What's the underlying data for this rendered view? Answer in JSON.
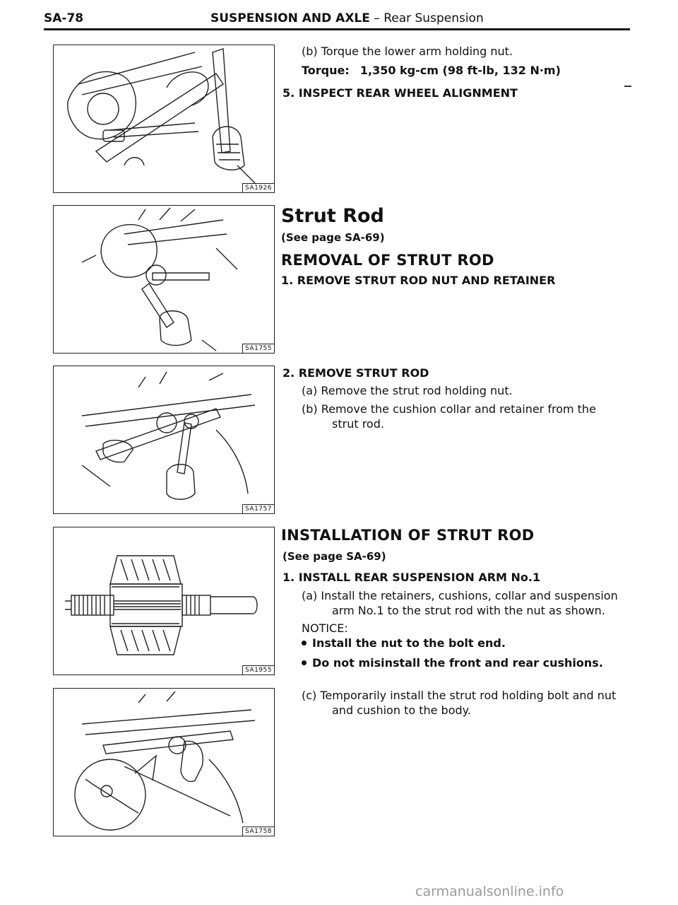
{
  "header": {
    "page_number": "SA-78",
    "section_bold": "SUSPENSION AND AXLE",
    "section_rest": " – Rear Suspension"
  },
  "figures": [
    {
      "code": "SA1926"
    },
    {
      "code": "SA1755"
    },
    {
      "code": "SA1757"
    },
    {
      "code": "SA1955"
    },
    {
      "code": "SA1758"
    }
  ],
  "content": {
    "step_b_lower_arm": "(b) Torque the lower arm holding nut.",
    "torque_label": "Torque:",
    "torque_value": "1,350 kg-cm (98 ft-lb, 132 N·m)",
    "step5": "5.  INSPECT REAR WHEEL ALIGNMENT",
    "strut_rod_title": "Strut Rod",
    "see_page_1": "(See page SA-69)",
    "removal_heading": "REMOVAL OF STRUT ROD",
    "removal_step1": "1.  REMOVE STRUT ROD NUT AND RETAINER",
    "removal_step2": "2.  REMOVE STRUT ROD",
    "removal_2a": "(a)  Remove the strut rod holding nut.",
    "removal_2b_line1": "(b)  Remove the cushion collar and retainer from the",
    "removal_2b_line2": "strut rod.",
    "installation_heading": "INSTALLATION OF STRUT ROD",
    "see_page_2": "(See page SA-69)",
    "install_step1": "1.  INSTALL REAR SUSPENSION ARM No.1",
    "install_1a_line1": "(a)  Install the retainers, cushions, collar and suspension",
    "install_1a_line2": "arm No.1 to the strut rod with the nut as shown.",
    "notice_label": "NOTICE:",
    "notice_1": "Install the nut to the bolt end.",
    "notice_2": "Do not misinstall the front and rear cushions.",
    "install_1c_line1": "(c)  Temporarily install the strut rod holding bolt and nut",
    "install_1c_line2": "and cushion to the body."
  },
  "footer": {
    "watermark": "carmanualsonline.info"
  }
}
